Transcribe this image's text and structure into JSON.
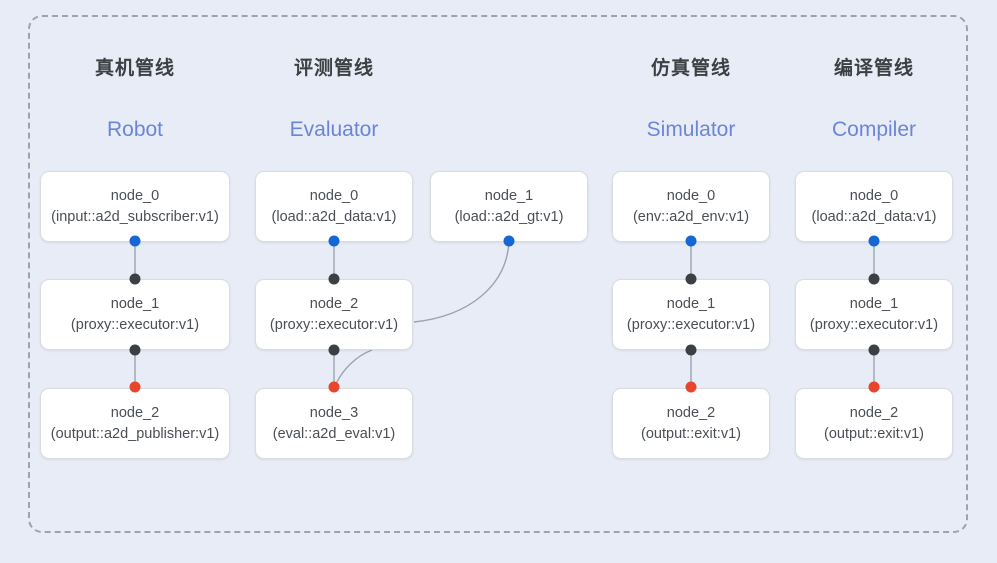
{
  "diagram": {
    "background_color": "#e8ecf7",
    "frame_style": "dashed",
    "frame_color": "#9aa3b2",
    "port_colors": {
      "input": "#1667d6",
      "internal": "#3c4043",
      "output": "#e8452c"
    },
    "edge_color": "#9aa3b2",
    "columns": [
      {
        "key": "robot",
        "title_cn": "真机管线",
        "title_en": "Robot",
        "nodes": [
          {
            "id": "node_0",
            "type": "(input::a2d_subscriber:v1)"
          },
          {
            "id": "node_1",
            "type": "(proxy::executor:v1)"
          },
          {
            "id": "node_2",
            "type": "(output::a2d_publisher:v1)"
          }
        ]
      },
      {
        "key": "evaluator",
        "title_cn": "评测管线",
        "title_en": "Evaluator",
        "nodes": [
          {
            "id": "node_0",
            "type": "(load::a2d_data:v1)"
          },
          {
            "id": "node_1",
            "type": "(load::a2d_gt:v1)"
          },
          {
            "id": "node_2",
            "type": "(proxy::executor:v1)"
          },
          {
            "id": "node_3",
            "type": "(eval::a2d_eval:v1)"
          }
        ]
      },
      {
        "key": "simulator",
        "title_cn": "仿真管线",
        "title_en": "Simulator",
        "nodes": [
          {
            "id": "node_0",
            "type": "(env::a2d_env:v1)"
          },
          {
            "id": "node_1",
            "type": "(proxy::executor:v1)"
          },
          {
            "id": "node_2",
            "type": "(output::exit:v1)"
          }
        ]
      },
      {
        "key": "compiler",
        "title_cn": "编译管线",
        "title_en": "Compiler",
        "nodes": [
          {
            "id": "node_0",
            "type": "(load::a2d_data:v1)"
          },
          {
            "id": "node_1",
            "type": "(proxy::executor:v1)"
          },
          {
            "id": "node_2",
            "type": "(output::exit:v1)"
          }
        ]
      }
    ]
  }
}
